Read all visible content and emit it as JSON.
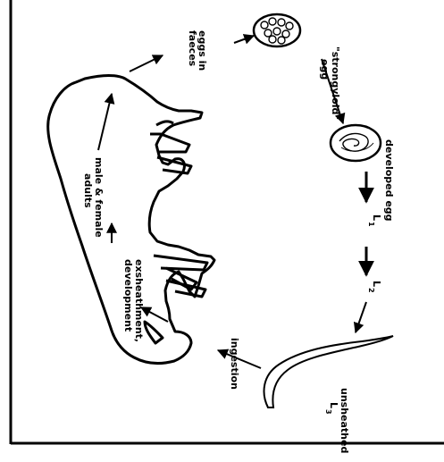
{
  "diagram": {
    "labels": {
      "eggs_in_faeces": [
        "eggs in",
        "faeces"
      ],
      "strongyloid_egg": [
        "\"strongyloid\"",
        "egg"
      ],
      "developed_egg": "developed egg",
      "l1": {
        "main": "L",
        "sub": "1"
      },
      "l2": {
        "main": "L",
        "sub": "2"
      },
      "unsheathed_l3": [
        "unsheathed",
        "L"
      ],
      "l3_sub": "3",
      "ingestion": "ingestion",
      "exsheathment": [
        "exsheathment,",
        "development"
      ],
      "adults": [
        "male & female",
        "adults"
      ]
    },
    "colors": {
      "line": "#000000",
      "background": "#ffffff"
    },
    "icons": [
      "pig-outline",
      "egg-cluster-icon",
      "developed-egg-icon",
      "larva-icon"
    ]
  }
}
